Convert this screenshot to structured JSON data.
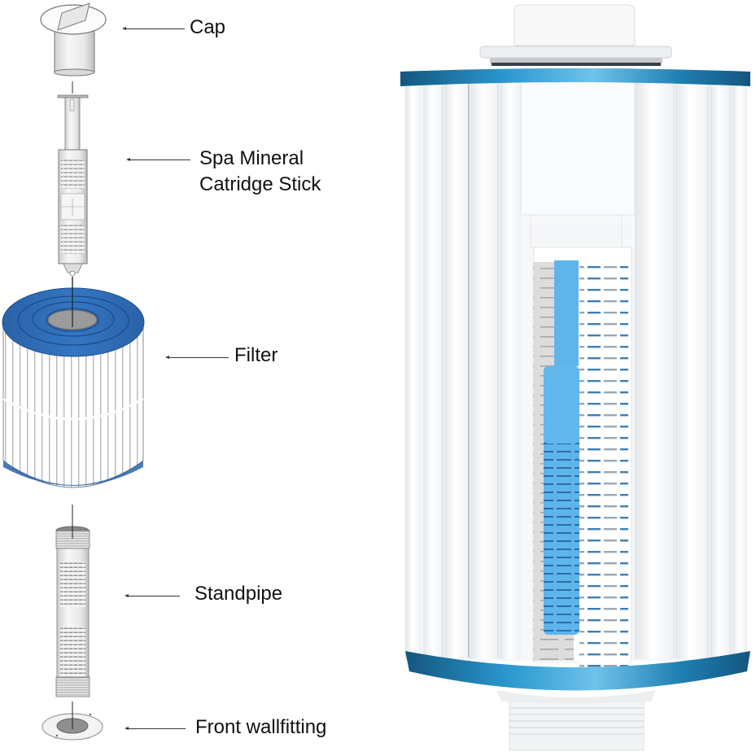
{
  "diagram": {
    "type": "exploded-parts-diagram",
    "parts": [
      {
        "id": "cap",
        "label": "Cap"
      },
      {
        "id": "mineral-stick",
        "label_line1": "Spa Mineral",
        "label_line2": "Catridge Stick"
      },
      {
        "id": "filter",
        "label": "Filter"
      },
      {
        "id": "standpipe",
        "label": "Standpipe"
      },
      {
        "id": "wallfitting",
        "label": "Front wallfitting"
      }
    ],
    "colors": {
      "filter_cap_blue": "#2f6fba",
      "photo_rim_blue": "#1d7fb5",
      "mineral_stick_blue": "#5fb4ea",
      "line": "#333333",
      "text": "#111111"
    }
  },
  "photo": {
    "subject": "assembled-filter-cutaway"
  }
}
